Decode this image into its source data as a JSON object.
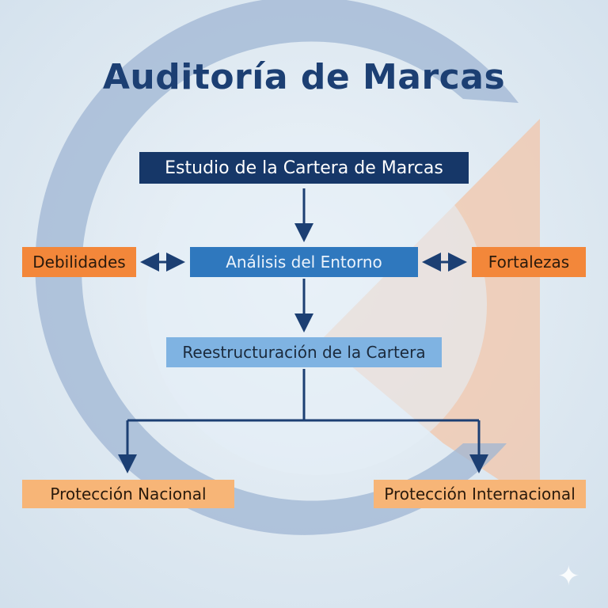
{
  "title": "Auditoría de Marcas",
  "nodes": {
    "study": "Estudio de la Cartera de Marcas",
    "analysis": "Análisis del Entorno",
    "weaknesses": "Debilidades",
    "strengths": "Fortalezas",
    "restructuring": "Reestructuración de la Cartera",
    "national": "Protección Nacional",
    "international": "Protección Internacional"
  },
  "colors": {
    "title": "#1c3f73",
    "dark_blue": "#163768",
    "mid_blue": "#2f78be",
    "light_blue": "#7fb3e2",
    "orange": "#f3873a",
    "light_orange": "#f7b577",
    "arrow": "#1c3f73"
  },
  "icons": {
    "corner": "sparkle-icon"
  }
}
